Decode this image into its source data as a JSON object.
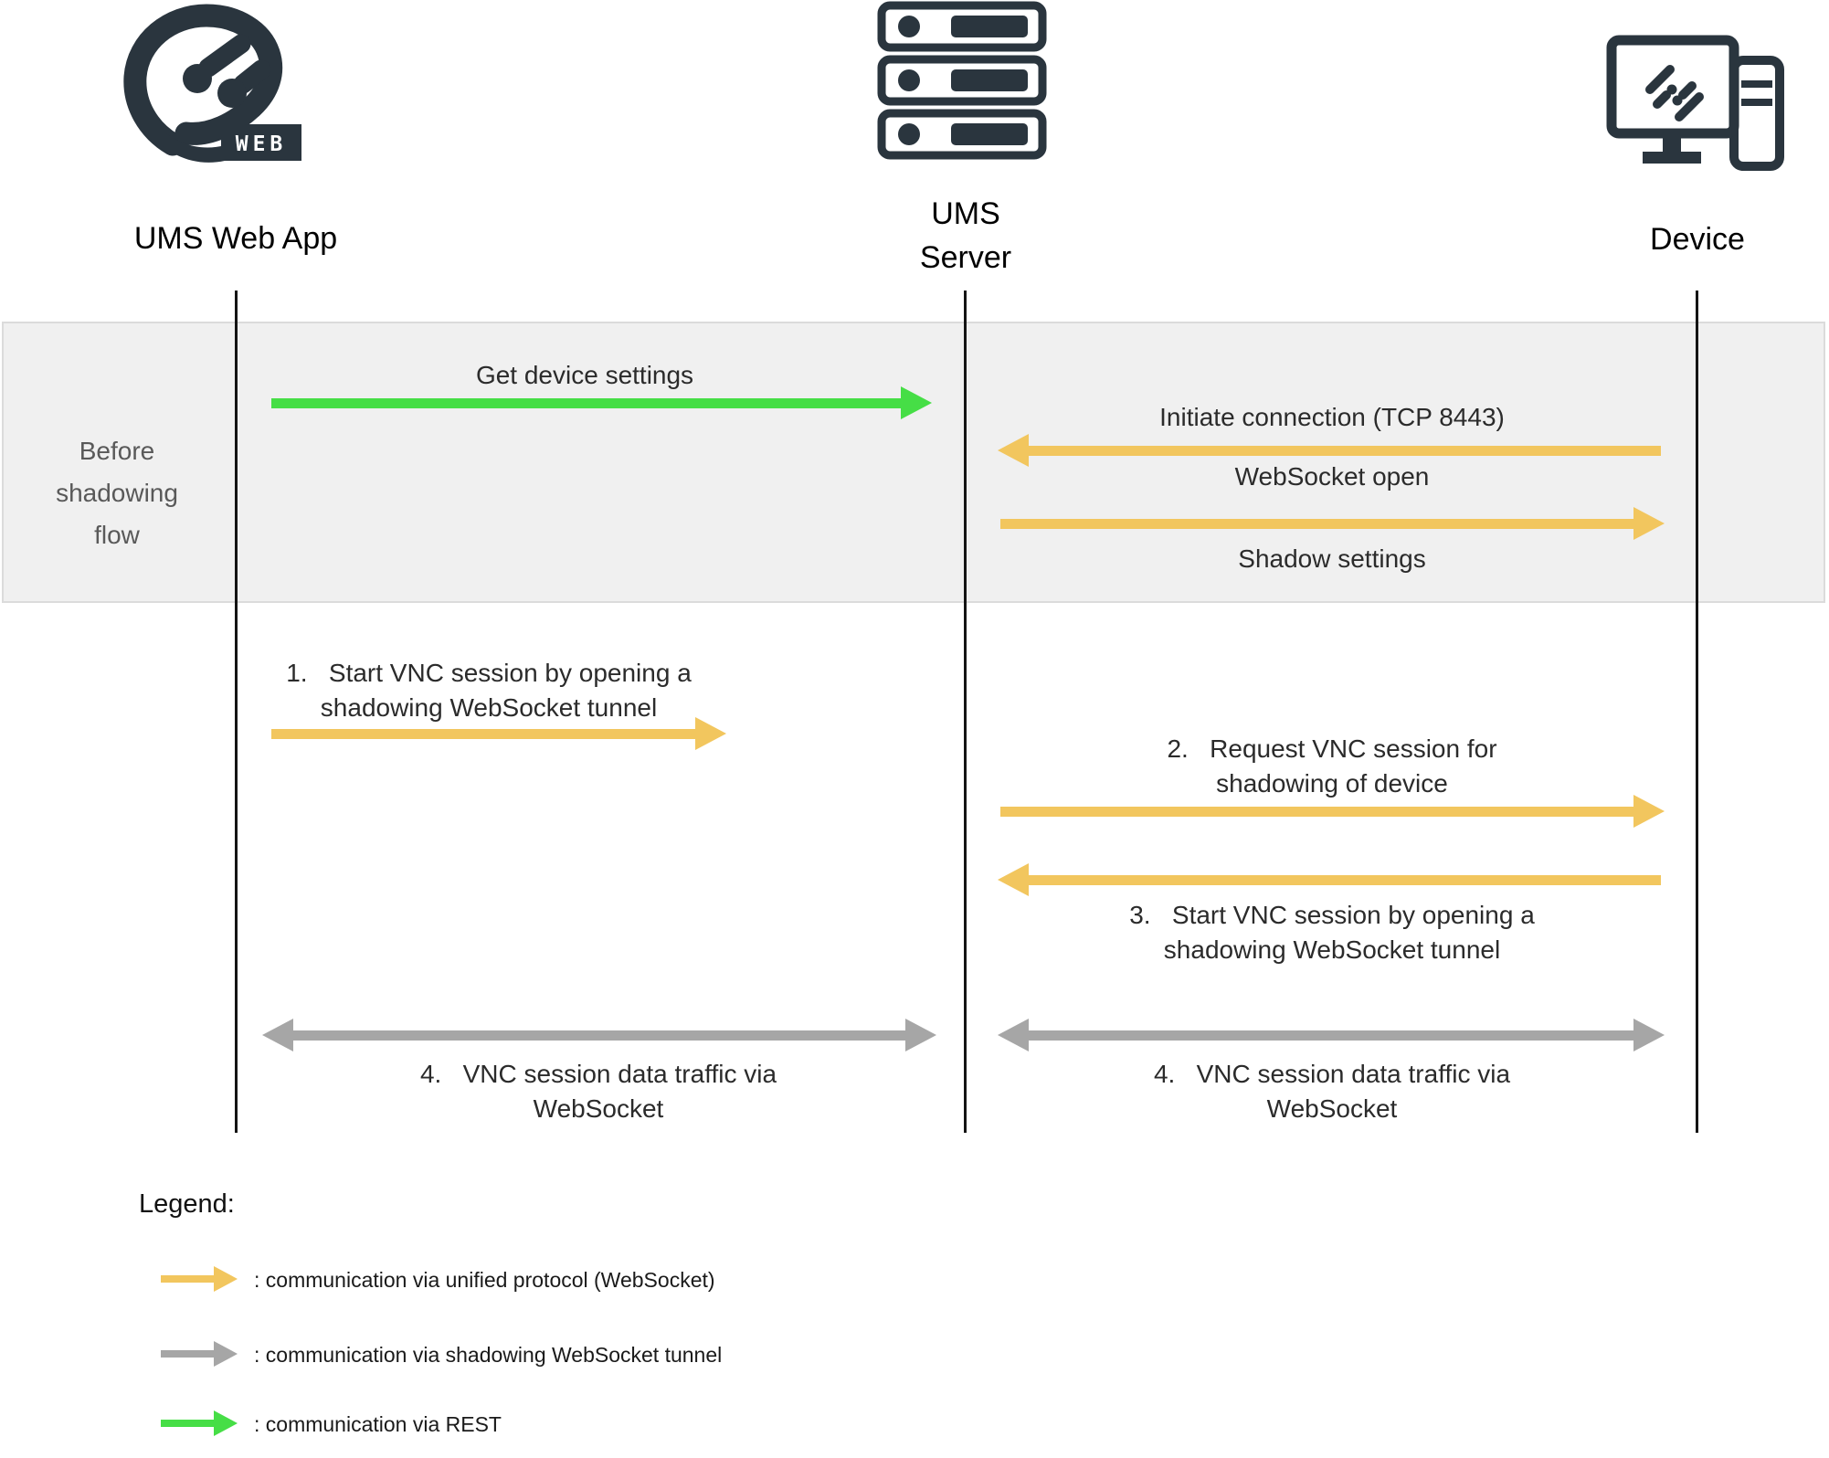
{
  "actors": {
    "web_app": {
      "label": "UMS Web App"
    },
    "server": {
      "label": "UMS Server"
    },
    "device": {
      "label": "Device"
    }
  },
  "logo_badge": "WEB",
  "band": {
    "label": "Before shadowing flow"
  },
  "messages": {
    "get_settings": {
      "label": "Get device settings",
      "from": "web_app",
      "to": "server",
      "protocol": "REST"
    },
    "initiate": {
      "label": "Initiate connection (TCP 8443)",
      "from": "device",
      "to": "server",
      "protocol": "unified"
    },
    "ws_open": {
      "label": "WebSocket open",
      "from": "server",
      "to": "device",
      "protocol": "unified"
    },
    "shadow_settings": {
      "label": "Shadow settings",
      "from": "server",
      "to": "device",
      "protocol": "unified"
    },
    "step1": {
      "label": "1.   Start VNC session by opening a shadowing WebSocket tunnel",
      "from": "web_app",
      "to": "server",
      "protocol": "unified"
    },
    "step2": {
      "label": "2.   Request VNC session for shadowing of device",
      "from": "server",
      "to": "device",
      "protocol": "unified"
    },
    "step3": {
      "label": "3.   Start VNC session by opening a shadowing WebSocket tunnel",
      "from": "device",
      "to": "server",
      "protocol": "unified"
    },
    "step4_left": {
      "label": "4.   VNC session data traffic via WebSocket",
      "between": "web_app and server",
      "protocol": "shadowing tunnel"
    },
    "step4_right": {
      "label": "4.   VNC session data traffic via WebSocket",
      "between": "server and device",
      "protocol": "shadowing tunnel"
    }
  },
  "legend": {
    "title": "Legend:",
    "items": [
      {
        "icon": "yellow-arrow",
        "color": "#F2C65E",
        "label": ": communication via unified protocol (WebSocket)"
      },
      {
        "icon": "gray-arrow",
        "color": "#A6A6A6",
        "label": ": communication via shadowing WebSocket tunnel"
      },
      {
        "icon": "green-arrow",
        "color": "#46DE46",
        "label": ": communication via REST"
      }
    ]
  },
  "colors": {
    "unified_protocol": "#F2C65E",
    "shadowing_tunnel": "#A6A6A6",
    "rest": "#46DE46",
    "icon_slate": "#2A353E",
    "band_background": "#F0F0F0",
    "band_text": "#595959"
  }
}
